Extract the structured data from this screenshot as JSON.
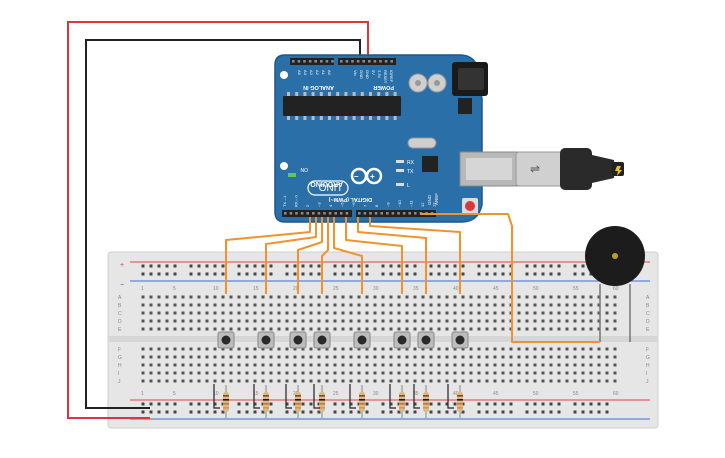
{
  "arduino": {
    "brand": "ARDUINO",
    "model": "UNO",
    "on_label": "ON",
    "power_label": "POWER",
    "analog_label": "ANALOG IN",
    "digital_label": "DIGITAL (PWM~)",
    "tx_label": "TX",
    "rx_label": "RX",
    "l_label": "L",
    "aref_label": "AREF",
    "gnd_label": "GND",
    "analog_pins": [
      "A0",
      "A1",
      "A2",
      "A3",
      "A4",
      "A5"
    ],
    "power_pins": [
      "IOREF",
      "RESET",
      "3.3V",
      "5V",
      "GND",
      "GND",
      "Vin"
    ],
    "digital_pins": [
      "TX→1",
      "RX←0",
      "2",
      "~3",
      "4",
      "~5",
      "~6",
      "7",
      "8",
      "~9",
      "~10",
      "~11",
      "12",
      "13"
    ],
    "colors": {
      "board": "#2a6fa8",
      "board_dark": "#1d5788",
      "silk": "#ffffff"
    }
  },
  "breadboard": {
    "top_numbers": [
      "1",
      "5",
      "10",
      "15",
      "20",
      "25",
      "30",
      "35",
      "40",
      "45",
      "50",
      "55",
      "60"
    ],
    "bottom_numbers": [
      "1",
      "5",
      "10",
      "15",
      "20",
      "25",
      "30",
      "35",
      "40",
      "45",
      "50",
      "55",
      "60"
    ],
    "row_letters_top": [
      "A",
      "B",
      "C",
      "D",
      "E"
    ],
    "row_letters_bottom": [
      "F",
      "G",
      "H",
      "I",
      "J"
    ],
    "plus": "+",
    "minus": "−"
  },
  "components": {
    "buttons": 8,
    "resistors": 8,
    "buzzer": "piezo"
  },
  "colors": {
    "wire_orange": "#f0932b",
    "wire_red": "#d9363e",
    "wire_black": "#222222",
    "rail_red": "#e04545",
    "rail_blue": "#3a6fd8"
  }
}
